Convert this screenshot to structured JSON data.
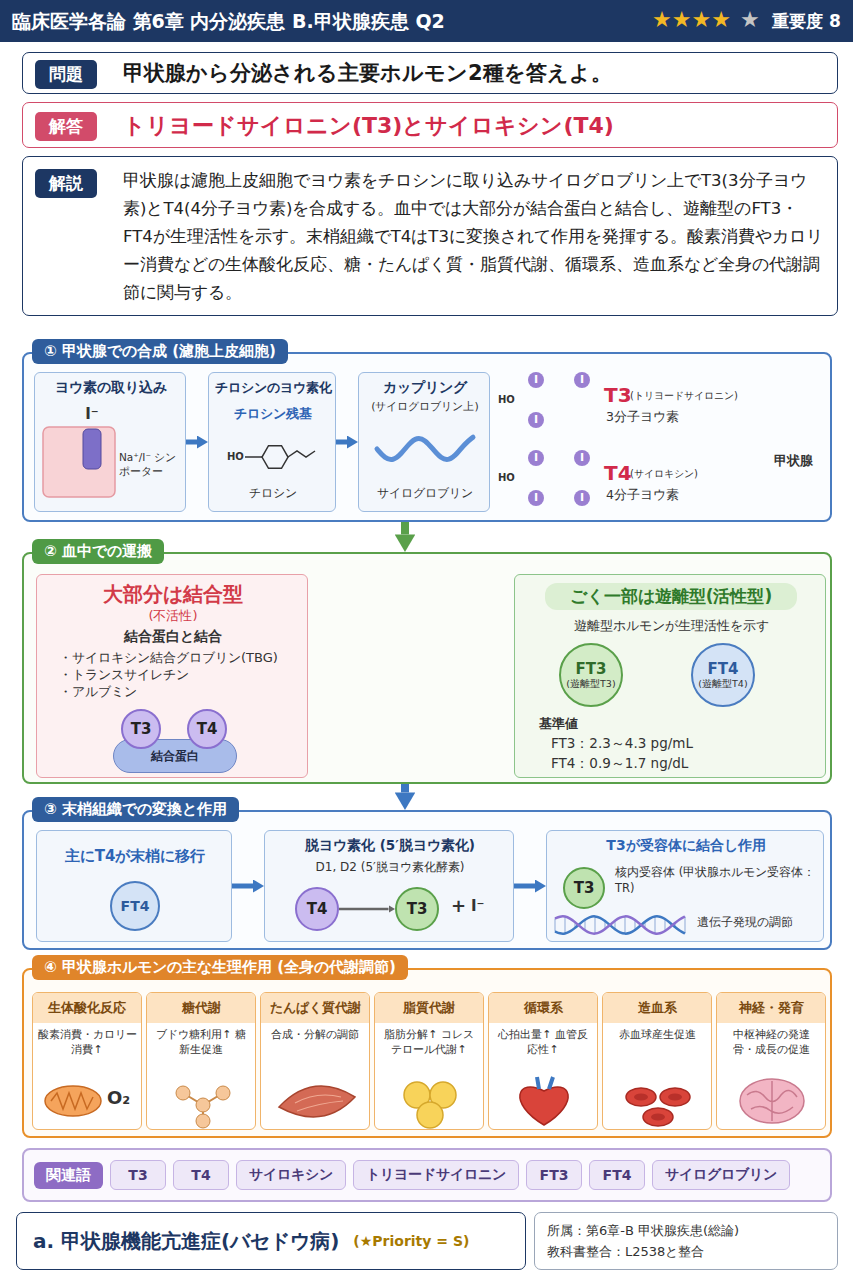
{
  "diagram": {
    "title": "臨床医学各論 第6章 内分泌疾患 B.甲状腺疾患 Q2",
    "nodes": [
      {
        "text": [
          "問題",
          "甲状腺から分泌される主要ホルモン2種を答えよ。"
        ]
      },
      {
        "text": [
          "解答",
          "トリヨードサイロニン(T3)とサイロキシン(T4)"
        ]
      },
      {
        "text": [
          "解説",
          "甲状腺は濾胞上皮細胞でヨウ素をチロシンに取り込みサイログロブリン上でT3(3分子ヨウ素)とT4(4分子ヨウ素)を合成する。血中では大部分が結合蛋白と結合し、遊離型のFT3・FT4が生理活性を示す。末梢組織でT4はT3に変換されて作用を発揮する。酸素消費やカロリー消費などの生体酸化反応、糖・たんぱく質・脂質代謝、循環系、造血系など全身の代謝調節に関与する。"
        ]
      },
      {
        "text": [
          "① 甲状腺での合成 (濾胞上皮細胞)"
        ]
      },
      {
        "text": [
          "ヨウ素の取り込み",
          "I⁻",
          "Na⁺/I⁻ シンポーター"
        ],
        "in": 3
      },
      {
        "text": [
          "チロシンのヨウ素化",
          "チロシン残基",
          "HO",
          "チロシン"
        ],
        "in": 3
      },
      {
        "text": [
          "カップリング",
          "(サイログロブリン上)",
          "サイログロブリン"
        ],
        "in": 3
      },
      {
        "text": [
          "② 血中での運搬"
        ]
      },
      {
        "text": [
          "大部分は結合型",
          "(不活性)",
          "結合蛋白と結合",
          "・サイロキシン結合グロブリン(TBG)",
          "・トランスサイレチン",
          "・アルブミン"
        ],
        "in": 7
      },
      {
        "text": [
          "結合蛋白"
        ],
        "in": 8
      },
      {
        "text": [
          "T3"
        ],
        "in": 8
      },
      {
        "text": [
          "T4"
        ],
        "in": 8
      },
      {
        "text": [
          "ごく一部は遊離型(活性型)",
          "遊離型ホルモンが生理活性を示す",
          "基準値",
          "FT3：2.3～4.3 pg/mL",
          "FT4：0.9～1.7 ng/dL"
        ],
        "in": 7
      },
      {
        "text": [
          "FT3",
          "(遊離型T3)"
        ],
        "in": 12
      },
      {
        "text": [
          "FT4",
          "(遊離型T4)"
        ],
        "in": 12
      },
      {
        "text": [
          "③ 末梢組織での変換と作用"
        ]
      },
      {
        "text": [
          "主にT4が末梢に移行"
        ],
        "in": 15
      },
      {
        "text": [
          "FT4"
        ],
        "in": 16
      },
      {
        "text": [
          "脱ヨウ素化 (5′脱ヨウ素化)",
          "D1, D2 (5′脱ヨウ素化酵素)",
          "+",
          "I⁻"
        ],
        "in": 15
      },
      {
        "text": [
          "T4"
        ],
        "in": 18
      },
      {
        "text": [
          "T3"
        ],
        "in": 18
      },
      {
        "text": [
          "T3が受容体に結合し作用",
          "核内受容体 (甲状腺ホルモン受容体：TR)",
          "遺伝子発現の調節"
        ],
        "in": 15
      },
      {
        "text": [
          "T3"
        ],
        "in": 21
      },
      {
        "text": [
          "④ 甲状腺ホルモンの主な生理作用 (全身の代謝調節)"
        ]
      },
      {
        "text": [
          "生体酸化反応",
          "酸素消費・カロリー消費↑",
          "O₂"
        ],
        "in": 23
      },
      {
        "text": [
          "糖代謝",
          "ブドウ糖利用↑ 糖新生促進"
        ],
        "in": 23
      },
      {
        "text": [
          "たんぱく質代謝",
          "合成・分解の調節"
        ],
        "in": 23
      },
      {
        "text": [
          "脂質代謝",
          "脂肪分解↑ コレステロール代謝↑"
        ],
        "in": 23
      },
      {
        "text": [
          "循環系",
          "心拍出量↑ 血管反応性↑"
        ],
        "in": 23
      },
      {
        "text": [
          "造血系",
          "赤血球産生促進"
        ],
        "in": 23
      },
      {
        "text": [
          "神経・発育",
          "中枢神経の発達 骨・成長の促進"
        ],
        "in": 23
      },
      {
        "text": [
          "関連語"
        ]
      },
      {
        "text": [
          "T3"
        ],
        "in": 31
      },
      {
        "text": [
          "T4"
        ],
        "in": 31
      },
      {
        "text": [
          "サイロキシン"
        ],
        "in": 31
      },
      {
        "text": [
          "トリヨードサイロニン"
        ],
        "in": 31
      },
      {
        "text": [
          "FT3"
        ],
        "in": 31
      },
      {
        "text": [
          "FT4"
        ],
        "in": 31
      },
      {
        "text": [
          "サイログロブリン"
        ],
        "in": 31
      },
      {
        "text": [
          "a. 甲状腺機能亢進症(バセドウ病)",
          "(★Priority = S)"
        ]
      },
      {
        "text": [
          "所属：第6章-B 甲状腺疾患(総論)",
          "教科書整合：L2538と整合"
        ]
      }
    ],
    "edges": [
      {
        "from": 4,
        "to": 5,
        "arrow": "to"
      },
      {
        "from": 5,
        "to": 6,
        "arrow": "to"
      },
      {
        "from": 3,
        "to": 7,
        "arrow": "to"
      },
      {
        "from": 7,
        "to": 15,
        "arrow": "to"
      },
      {
        "from": 16,
        "to": 18,
        "arrow": "to"
      },
      {
        "from": 19,
        "to": 20,
        "arrow": "to"
      },
      {
        "from": 18,
        "to": 21,
        "arrow": "to"
      }
    ],
    "labels": [
      "★★★★",
      "★",
      "重要度 8",
      "HO",
      "I",
      "I",
      "I",
      "T3",
      "(トリヨードサイロニン)",
      "3分子ヨウ素",
      "HO",
      "I",
      "I",
      "I",
      "I",
      "T4",
      "(サイロキシン)",
      "4分子ヨウ素",
      "甲状腺"
    ]
  }
}
